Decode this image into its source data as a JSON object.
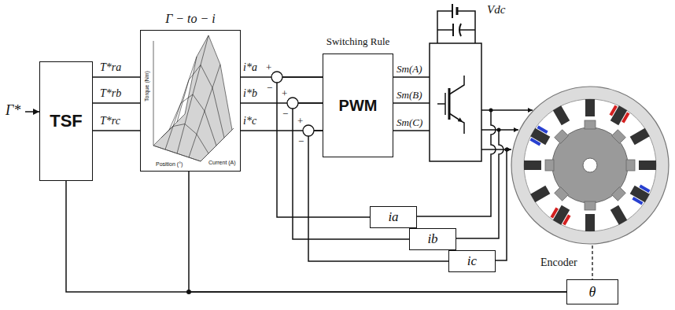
{
  "diagram": {
    "nodes": [
      {
        "text": [
          "TSF"
        ]
      },
      {
        "text": [
          "Γ − to − i"
        ]
      },
      {
        "text": [
          "Switching Rule",
          "PWM"
        ]
      },
      {
        "text": [
          "ia"
        ]
      },
      {
        "text": [
          "ib"
        ]
      },
      {
        "text": [
          "ic"
        ]
      },
      {
        "text": [
          "θ"
        ]
      }
    ],
    "edges": [
      {
        "from": 0,
        "to": 1,
        "arrow": "none",
        "label": "T*ra"
      },
      {
        "from": 0,
        "to": 1,
        "arrow": "none",
        "label": "T*rb"
      },
      {
        "from": 0,
        "to": 1,
        "arrow": "none",
        "label": "T*rc"
      },
      {
        "from": 1,
        "to": 2,
        "arrow": "none",
        "label": "i*a"
      },
      {
        "from": 1,
        "to": 2,
        "arrow": "none",
        "label": "i*b"
      },
      {
        "from": 1,
        "to": 2,
        "arrow": "none",
        "label": "i*c"
      },
      {
        "from": 3,
        "to": 2,
        "arrow": "none"
      },
      {
        "from": 4,
        "to": 2,
        "arrow": "none"
      },
      {
        "from": 5,
        "to": 2,
        "arrow": "none"
      },
      {
        "from": 6,
        "to": 0,
        "arrow": "none"
      },
      {
        "from": 6,
        "to": 1,
        "arrow": "none"
      }
    ],
    "labels": [
      "Γ*",
      "Sm(A)",
      "Sm(B)",
      "Sm(C)",
      "Vdc",
      "+",
      "−",
      "+",
      "−",
      "+",
      "−",
      "Torque (Nm)",
      "Position (°)",
      "Current (A)",
      "Encoder"
    ]
  }
}
